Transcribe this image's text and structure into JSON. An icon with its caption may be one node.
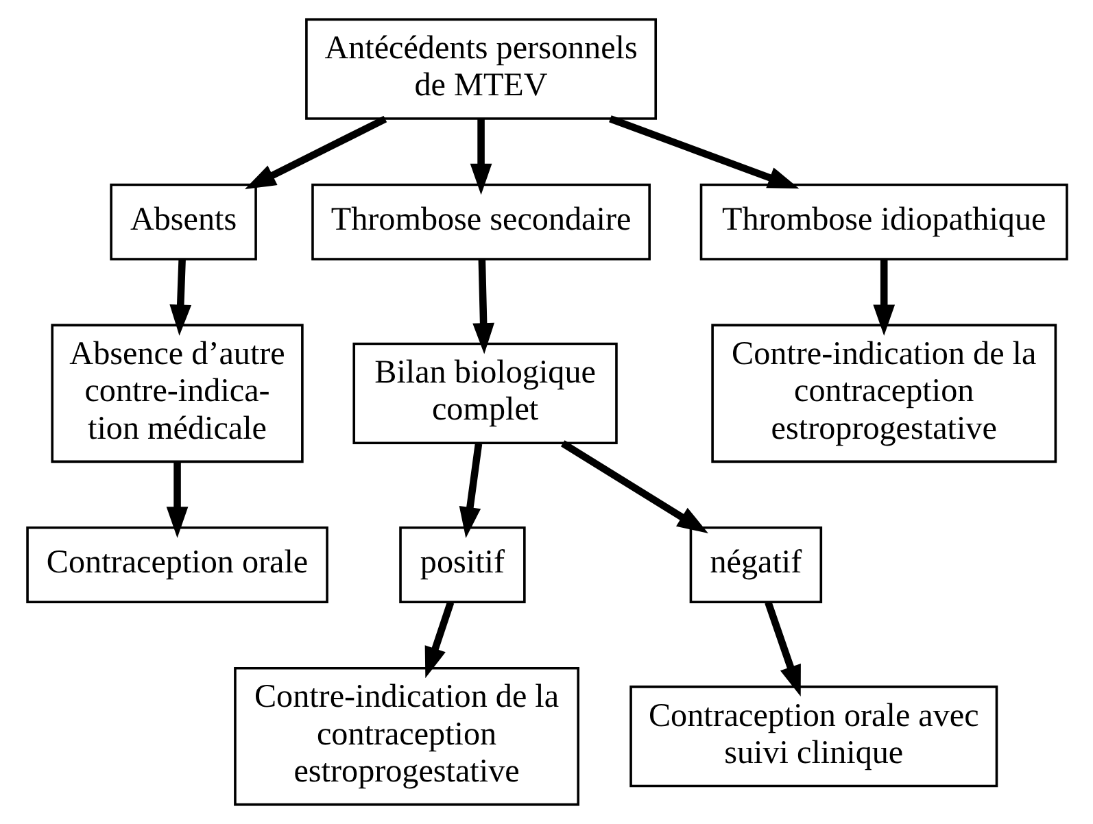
{
  "diagram": {
    "nodes": [
      {
        "text": [
          "Antécédents personnels de MTEV"
        ]
      },
      {
        "text": [
          "Absents"
        ]
      },
      {
        "text": [
          "Thrombose secondaire"
        ]
      },
      {
        "text": [
          "Thrombose idiopathique"
        ]
      },
      {
        "text": [
          "Absence d’autre contre-indica- tion médicale"
        ]
      },
      {
        "text": [
          "Bilan biologique complet"
        ]
      },
      {
        "text": [
          "Contre-indication de la contraception estroprogestative"
        ]
      },
      {
        "text": [
          "Contraception orale"
        ]
      },
      {
        "text": [
          "positif"
        ]
      },
      {
        "text": [
          "négatif"
        ]
      },
      {
        "text": [
          "Contre-indication de la contraception estroprogestative"
        ]
      },
      {
        "text": [
          "Contraception orale avec suivi clinique"
        ]
      }
    ],
    "edges": [
      {
        "from": 0,
        "to": 1,
        "arrow": "to"
      },
      {
        "from": 0,
        "to": 2,
        "arrow": "to"
      },
      {
        "from": 0,
        "to": 3,
        "arrow": "to"
      },
      {
        "from": 1,
        "to": 4,
        "arrow": "to"
      },
      {
        "from": 2,
        "to": 5,
        "arrow": "to"
      },
      {
        "from": 3,
        "to": 6,
        "arrow": "to"
      },
      {
        "from": 4,
        "to": 7,
        "arrow": "to"
      },
      {
        "from": 5,
        "to": 8,
        "arrow": "to"
      },
      {
        "from": 5,
        "to": 9,
        "arrow": "to"
      },
      {
        "from": 8,
        "to": 10,
        "arrow": "to"
      },
      {
        "from": 9,
        "to": 11,
        "arrow": "to"
      }
    ]
  }
}
